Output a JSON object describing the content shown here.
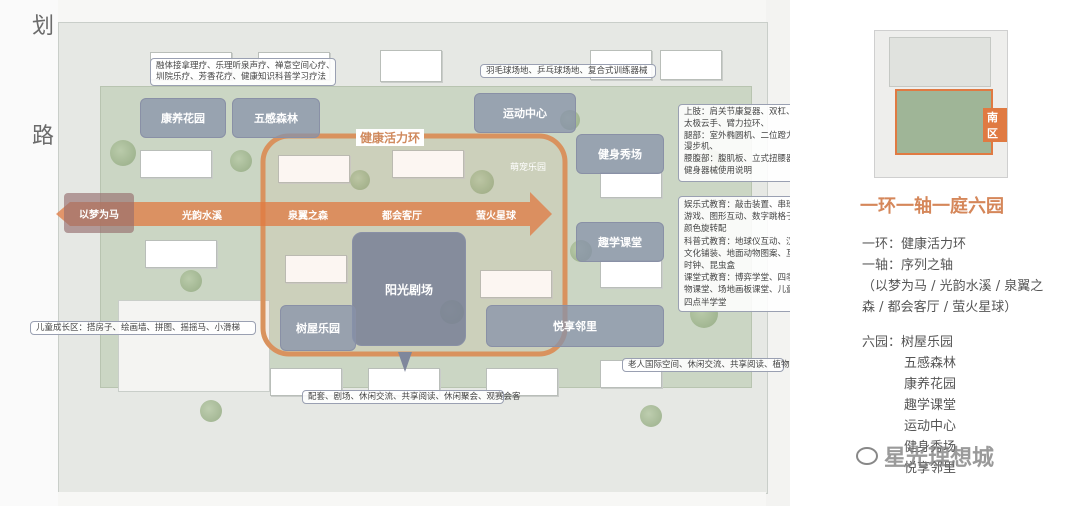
{
  "map": {
    "side_chars": [
      "划",
      "路"
    ],
    "ring_label": "健康活力环",
    "axis": [
      "以梦为马",
      "光韵水溪",
      "泉翼之森",
      "都会客厅",
      "萤火星球"
    ],
    "theater": "阳光剧场",
    "small_label": "萌宠乐园",
    "gardens": {
      "kangyang": "康养花园",
      "wugan": "五感森林",
      "yundong": "运动中心",
      "jianshen": "健身秀场",
      "quxue": "趣学课堂",
      "shuwu": "树屋乐园",
      "yuexiang": "悦享邻里"
    },
    "notes": {
      "top_left": [
        "融体接拿理疗、乐理听泉声疗、禅意空间心疗、",
        "圳院乐疗、芳香花疗、健康知识科普学习疗法"
      ],
      "top_mid": "羽毛球场地、乒乓球场地、复合式训练器械",
      "right_fitness": [
        "上肢：肩关节康复器、双杠、",
        "太极云手、臂力拉环、",
        "腿部：室外椭圆机、二位蹬力器、",
        "漫步机、",
        "腰腹部：腹肌板、立式扭腰器",
        "健身器械使用说明"
      ],
      "right_learn": [
        "娱乐式教育：敲击装置、串珠",
        "游戏、图形互动、数字跳格子、",
        "颜色旋转配",
        "科普式教育：地球仪互动、汉字",
        "文化铺装、地面动物图案、互动",
        "时钟、昆虫盒",
        "课堂式教育：博弈学堂、四季植",
        "物课堂、场地画板课堂、儿童舞台、",
        "四点半学堂"
      ],
      "children": "儿童成长区：搭房子、绘画墙、拼图、摇摇马、小滑梯",
      "elder": "老人国际空间、休闲交流、共享阅读、植物花艺",
      "bottom": "配套、剧场、休闲交流、共享阅读、休闲聚会、观赛会客"
    }
  },
  "keymap": {
    "south_label": "南区"
  },
  "legend": {
    "title": "一环一轴一庭六园",
    "ring_line": "一环：健康活力环",
    "axis_line": "一轴：序列之轴",
    "axis_detail_1": "（以梦为马 / 光韵水溪 / 泉翼之",
    "axis_detail_2": "森 / 都会客厅 / 萤火星球）",
    "six_head": "六园：树屋乐园",
    "six_items": [
      "五感森林",
      "康养花园",
      "趣学课堂",
      "运动中心",
      "健身秀场",
      "悦享邻里"
    ]
  },
  "watermark": "星光理想城",
  "colors": {
    "ring": "#d9925e",
    "axis": "#e07a42",
    "garden": "#878faa",
    "title": "#d5875a"
  }
}
